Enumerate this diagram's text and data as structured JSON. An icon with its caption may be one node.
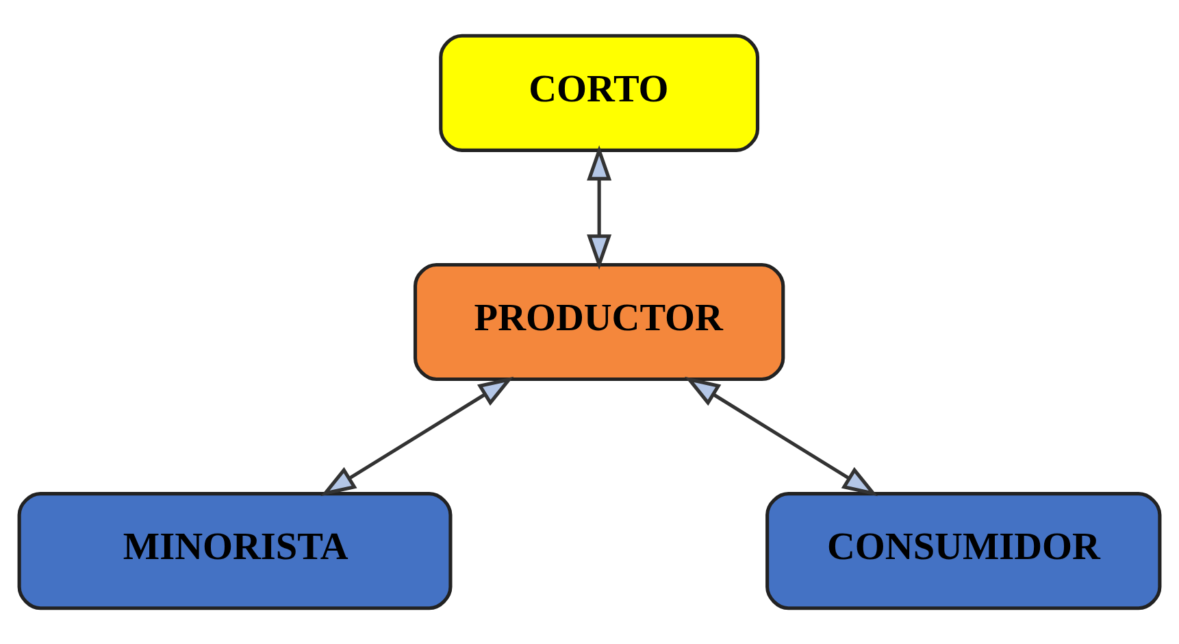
{
  "diagram": {
    "nodes": [
      {
        "text": [
          "CORTO"
        ]
      },
      {
        "text": [
          "PRODUCTOR"
        ]
      },
      {
        "text": [
          "MINORISTA"
        ]
      },
      {
        "text": [
          "CONSUMIDOR"
        ]
      }
    ],
    "edges": [
      {
        "from": 0,
        "to": 1,
        "arrow": "both"
      },
      {
        "from": 1,
        "to": 2,
        "arrow": "both"
      },
      {
        "from": 1,
        "to": 3,
        "arrow": "both"
      }
    ]
  }
}
